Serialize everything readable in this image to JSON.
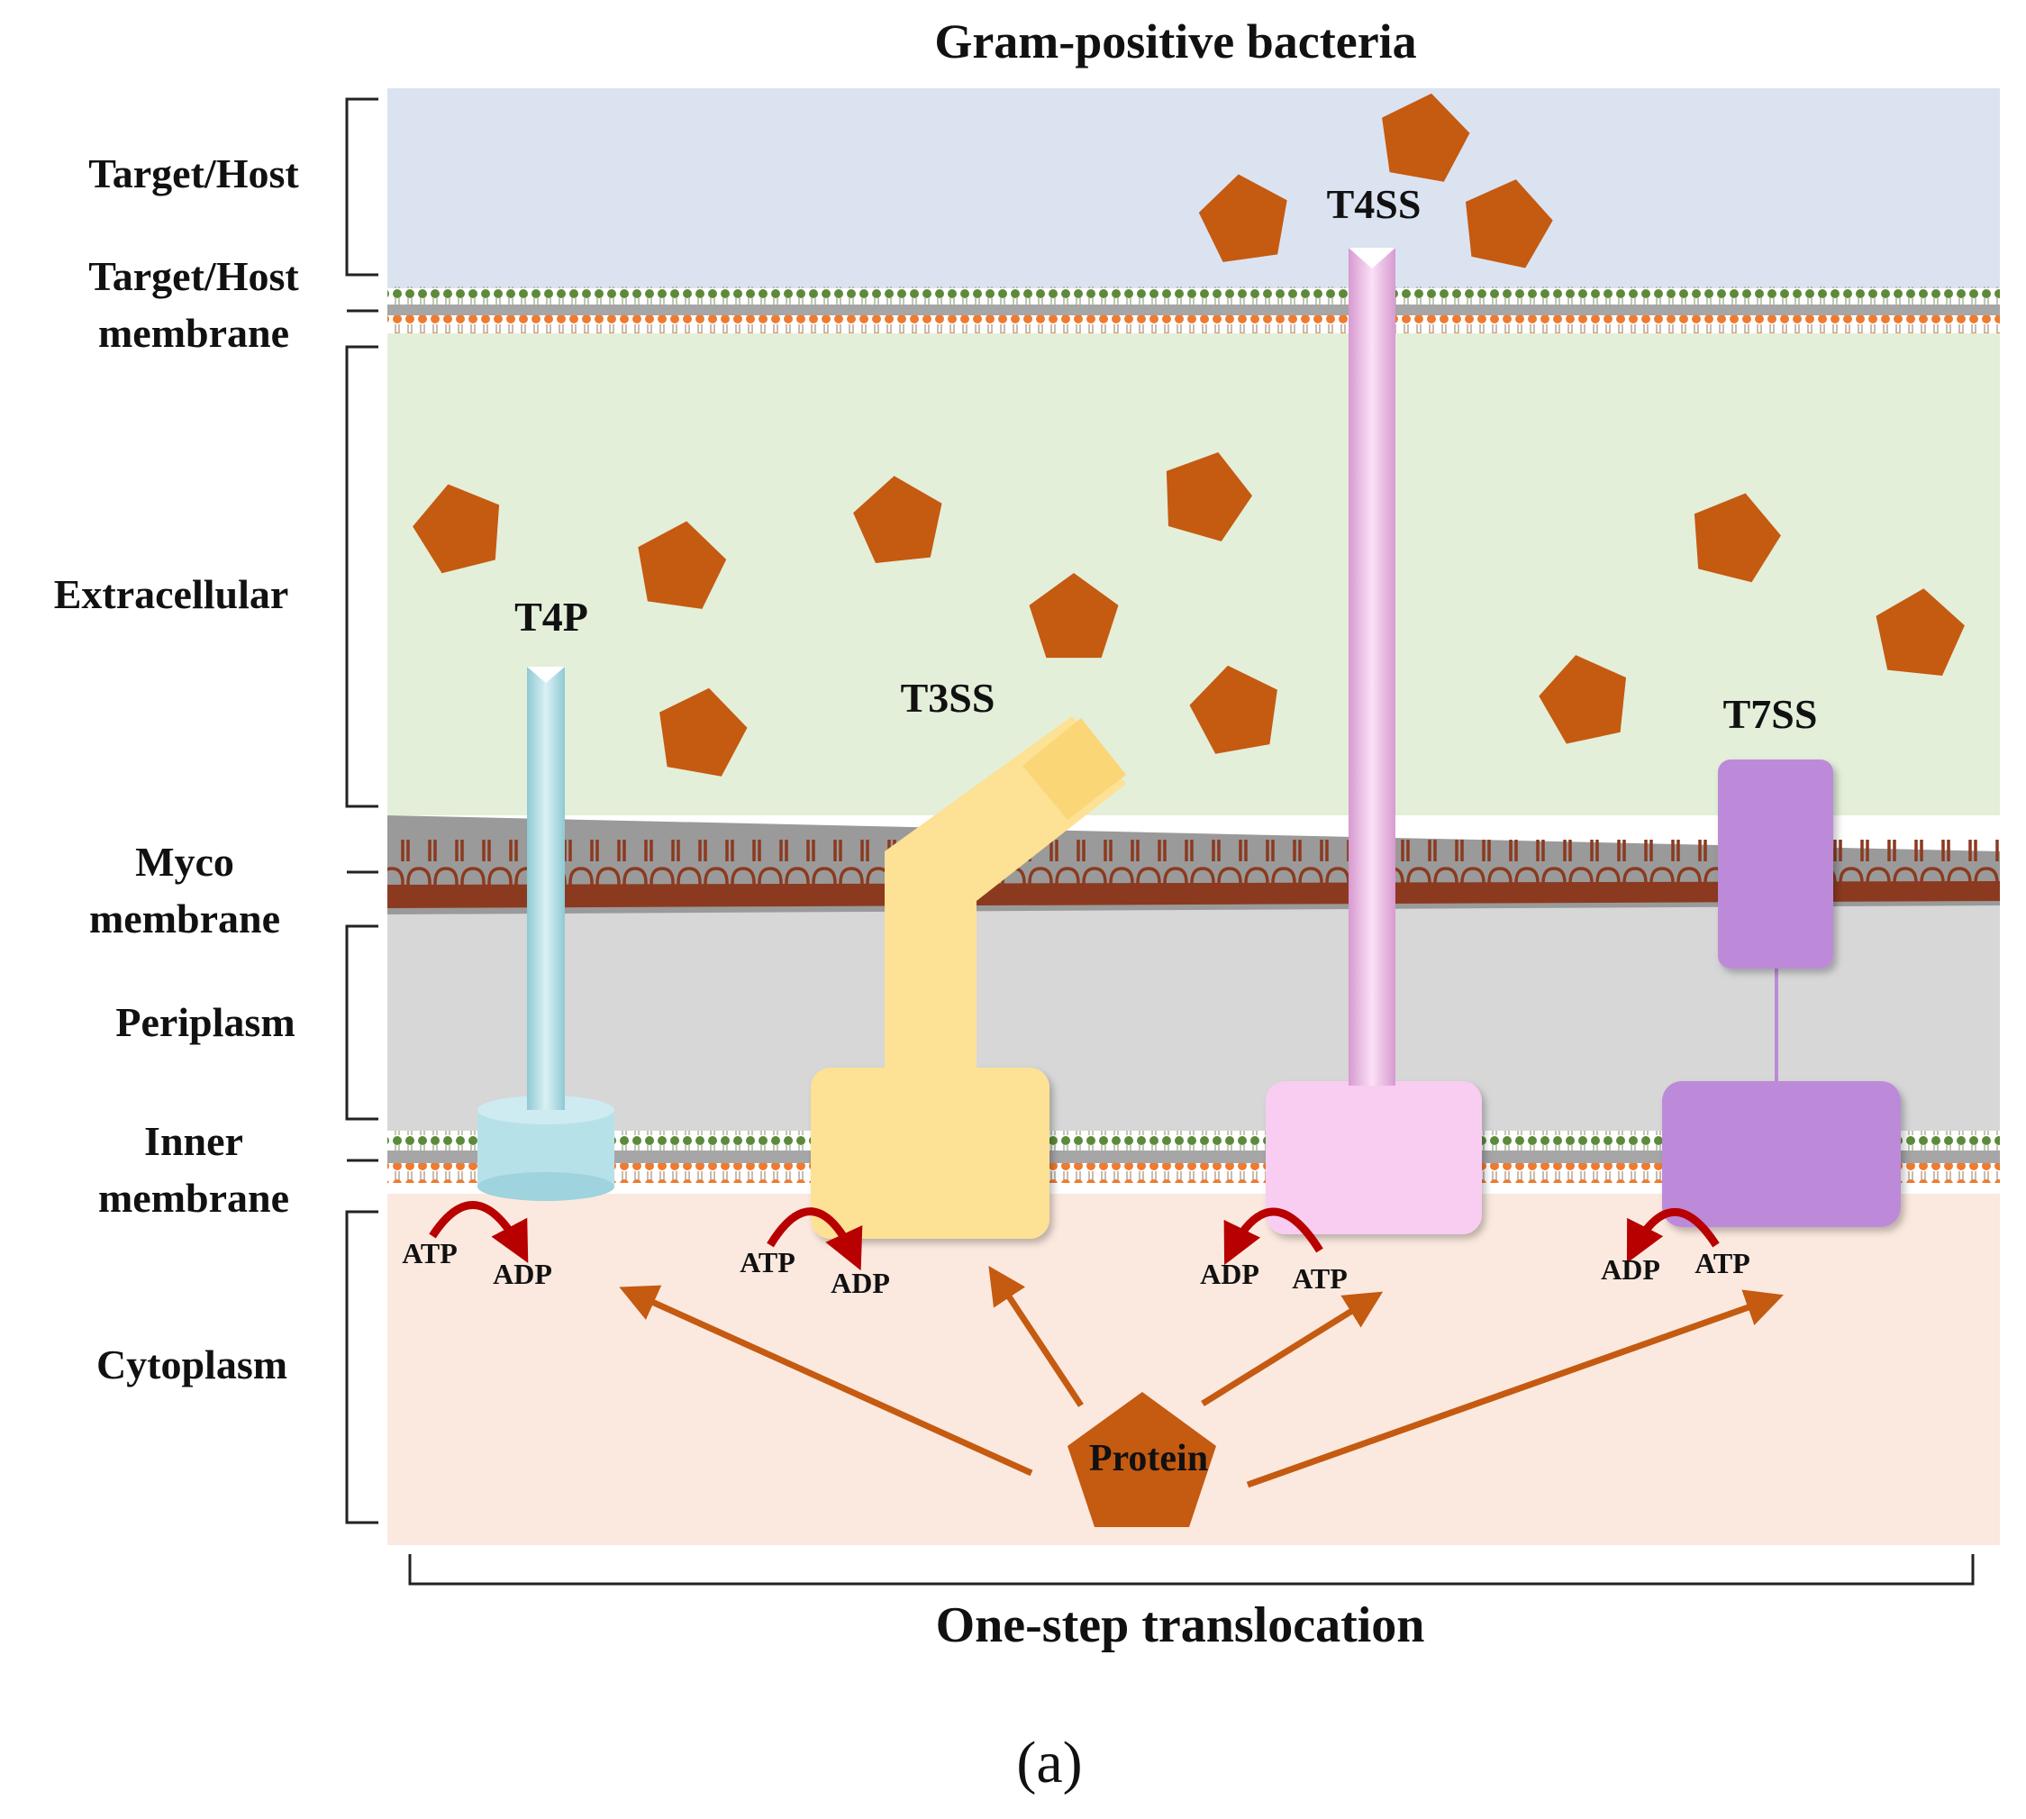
{
  "title": "Gram-positive bacteria",
  "caption": "One-step translocation",
  "panel_label": "(a)",
  "layers": {
    "target_host": "Target/Host",
    "target_host_membrane_1": "Target/Host",
    "target_host_membrane_2": "membrane",
    "extracellular": "Extracellular",
    "myco_membrane_1": "Myco",
    "myco_membrane_2": "membrane",
    "periplasm": "Periplasm",
    "inner_membrane_1": "Inner",
    "inner_membrane_2": "membrane",
    "cytoplasm": "Cytoplasm"
  },
  "systems": {
    "t4p": "T4P",
    "t3ss": "T3SS",
    "t4ss": "T4SS",
    "t7ss": "T7SS"
  },
  "energy": {
    "atp": "ATP",
    "adp": "ADP"
  },
  "protein_label": "Protein",
  "colors": {
    "host_bg": "#dbe3f1",
    "extracellular_bg": "#e3efd9",
    "periplasm_bg": "#d7d7d7",
    "cytoplasm_bg": "#fbe9df",
    "protein": "#c55a11",
    "arrow": "#c55a11",
    "atp_arrow": "#b80000",
    "t4p": "#b7e1e8",
    "t3ss": "#fde194",
    "t4ss": "#f9cdf1",
    "t7ss": "#bd8ad9",
    "lipid_head_top": "#5d8a3a",
    "lipid_head_bottom": "#ee7b30",
    "myco": "#8b3a1f"
  }
}
